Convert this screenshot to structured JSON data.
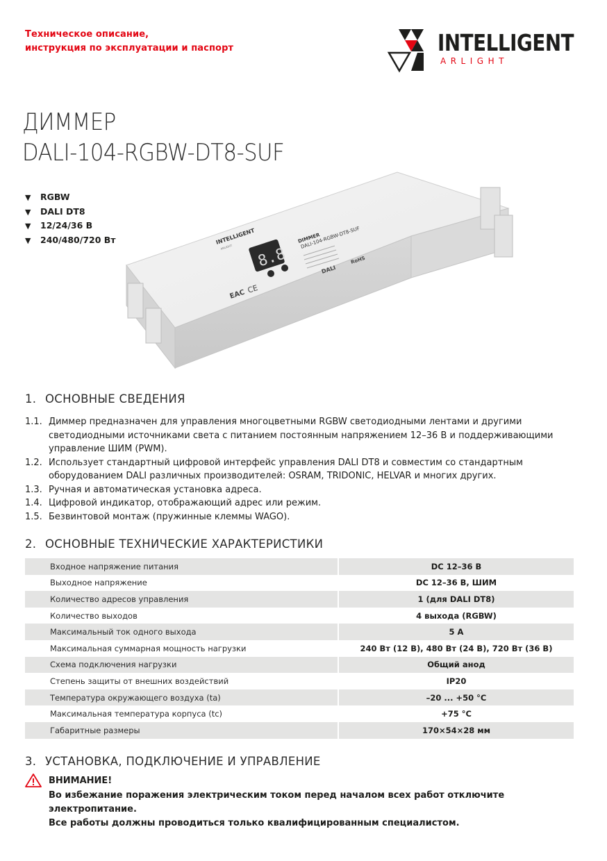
{
  "header": {
    "doc_type_line1": "Техническое описание,",
    "doc_type_line2": "инструкция по эксплуатации и паспорт",
    "brand": "INTELLIGENT",
    "brand_sub": "ARLIGHT",
    "brand_colors": {
      "red": "#e30613",
      "dark": "#1d1d1b"
    }
  },
  "product": {
    "type": "ДИММЕР",
    "model": "DALI-104-RGBW-DT8-SUF",
    "features": [
      "RGBW",
      "DALI DT8",
      "12/24/36 В",
      "240/480/720 Вт"
    ]
  },
  "device_image": {
    "brand": "INTELLIGENT",
    "brand_sub": "ARLIGHT",
    "label_title": "DIMMER",
    "label_model": "DALI-104-RGBW-DT8-SUF",
    "display": "8.8",
    "marks": [
      "EAC",
      "CE",
      "RoHS",
      "DALI"
    ]
  },
  "section1": {
    "num": "1.",
    "title": "ОСНОВНЫЕ СВЕДЕНИЯ",
    "items": [
      {
        "num": "1.1.",
        "text": "Диммер предназначен для управления многоцветными RGBW светодиодными лентами и другими светодиодными источниками света с питанием постоянным напряжением 12–36 В и поддерживающими управление ШИМ (PWM)."
      },
      {
        "num": "1.2.",
        "text": "Использует стандартный цифровой интерфейс управления DALI DT8 и совместим со стандартным оборудованием DALI различных производителей: OSRAM, TRIDONIC, HELVAR и многих других."
      },
      {
        "num": "1.3.",
        "text": "Ручная и автоматическая установка адреса."
      },
      {
        "num": "1.4.",
        "text": "Цифровой индикатор, отображающий адрес или режим."
      },
      {
        "num": "1.5.",
        "text": "Безвинтовой монтаж (пружинные клеммы WAGO)."
      }
    ]
  },
  "section2": {
    "num": "2.",
    "title": "ОСНОВНЫЕ ТЕХНИЧЕСКИЕ ХАРАКТЕРИСТИКИ",
    "rows": [
      {
        "param": "Входное напряжение питания",
        "value": "DC 12–36 В"
      },
      {
        "param": "Выходное напряжение",
        "value": "DC 12–36 В, ШИМ"
      },
      {
        "param": "Количество адресов управления",
        "value": "1 (для DALI DT8)"
      },
      {
        "param": "Количество выходов",
        "value": "4 выхода (RGBW)"
      },
      {
        "param": "Максимальный ток одного выхода",
        "value": "5 А"
      },
      {
        "param": "Максимальная суммарная мощность нагрузки",
        "value": "240 Вт (12 В), 480 Вт (24 В), 720 Вт (36 В)"
      },
      {
        "param": "Схема подключения нагрузки",
        "value": "Общий анод"
      },
      {
        "param": "Степень защиты от внешних воздействий",
        "value": "IP20"
      },
      {
        "param": "Температура окружающего воздуха (ta)",
        "value": "–20 ... +50 °C"
      },
      {
        "param": "Максимальная температура корпуса (tc)",
        "value": "+75 °C"
      },
      {
        "param": "Габаритные размеры",
        "value": "170×54×28 мм"
      }
    ]
  },
  "section3": {
    "num": "3.",
    "title": "УСТАНОВКА, ПОДКЛЮЧЕНИЕ И УПРАВЛЕНИЕ",
    "warning_title": "ВНИМАНИЕ!",
    "warning_line1": "Во избежание поражения электрическим током перед началом всех работ отключите электропитание.",
    "warning_line2": "Все работы должны проводиться только квалифицированным специалистом."
  }
}
